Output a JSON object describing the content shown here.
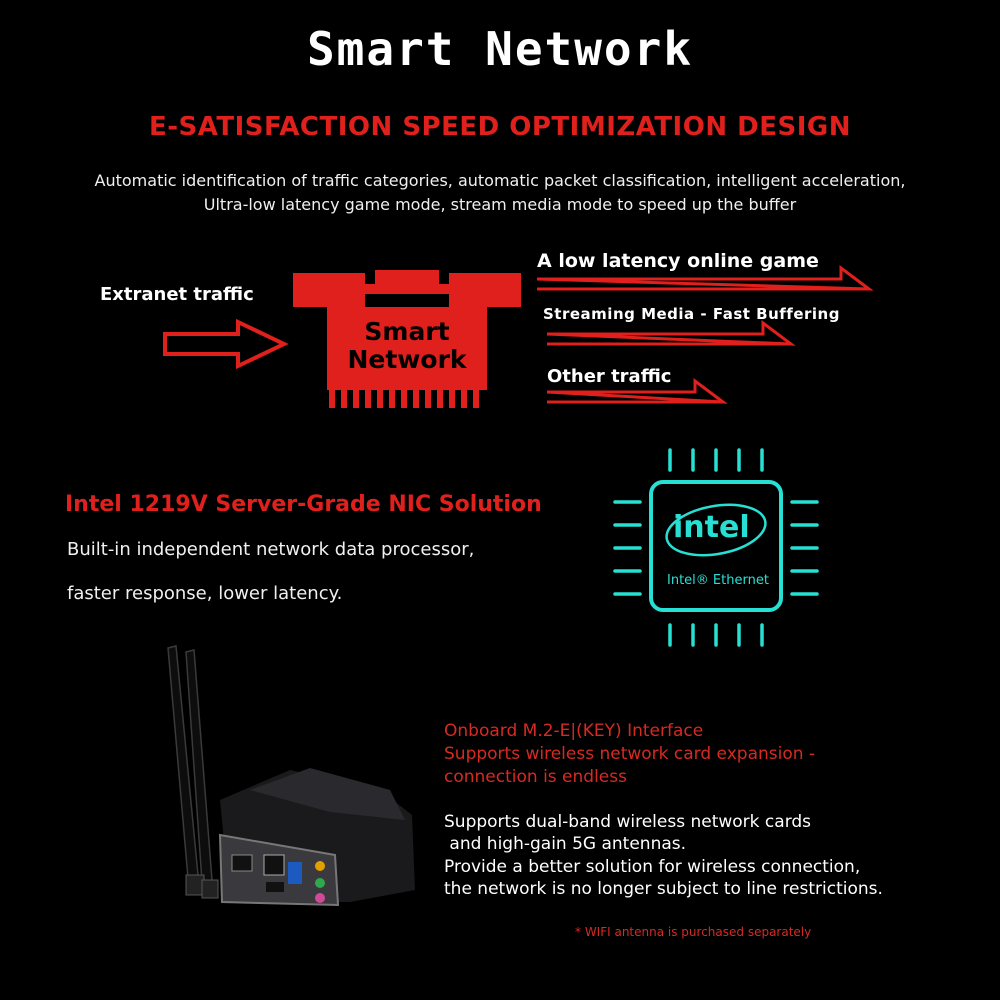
{
  "header": {
    "title": "Smart Network",
    "subtitle": "E-SATISFACTION SPEED OPTIMIZATION DESIGN",
    "description_lines": [
      "Automatic identification of traffic categories, automatic packet classification, intelligent acceleration,",
      "Ultra-low latency game mode, stream media mode to speed up the buffer"
    ]
  },
  "diagram": {
    "input_label": "Extranet traffic",
    "chip_label_lines": [
      "Smart",
      "Network"
    ],
    "outputs": [
      "A low latency online game",
      "Streaming Media - Fast Buffering",
      "Other traffic"
    ]
  },
  "nic": {
    "title": "Intel 1219V Server-Grade NIC Solution",
    "lines": [
      "Built-in independent network data processor,",
      "faster response, lower latency."
    ],
    "chip_logo": "intel",
    "chip_caption": "Intel® Ethernet"
  },
  "wireless": {
    "red_lines": [
      "Onboard M.2-E|(KEY) Interface",
      "Supports wireless network card expansion -",
      "connection is endless"
    ],
    "white_lines": [
      "Supports dual-band wireless network cards",
      " and high-gain 5G antennas.",
      "Provide a better solution for wireless connection,",
      "the network is no longer subject to line restrictions."
    ],
    "footnote": "* WIFI antenna is purchased separately"
  },
  "colors": {
    "accent_red": "#e0201c",
    "chip_cyan": "#27e0d4"
  }
}
